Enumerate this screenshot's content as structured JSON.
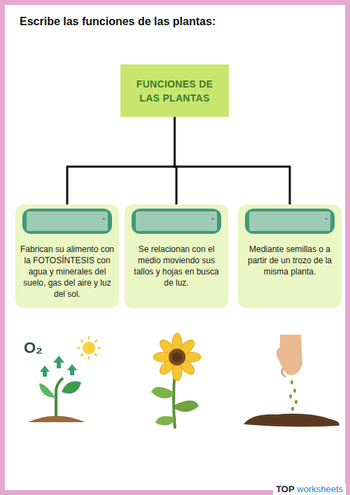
{
  "diagram": {
    "title": "Escribe las funciones de las plantas:",
    "nodes": [
      {
        "text": [
          "FUNCIONES DE LAS PLANTAS"
        ]
      },
      {
        "text": [
          "Fabrican su alimento con la FOTOSÍNTESIS con agua y minerales del suelo, gas del aire y luz del sol."
        ]
      },
      {
        "text": [
          "Se relacionan con el medio moviendo sus tallos y hojas en busca de luz."
        ]
      },
      {
        "text": [
          "Mediante semillas o a partir de un trozo de la misma planta."
        ]
      }
    ],
    "edges": [
      {
        "from": 0,
        "to": 1,
        "arrow": "none"
      },
      {
        "from": 0,
        "to": 2,
        "arrow": "none"
      },
      {
        "from": 0,
        "to": 3,
        "arrow": "none"
      }
    ],
    "labels": [
      "-",
      "-",
      "-",
      "O₂",
      "TOP",
      "worksheets"
    ]
  }
}
